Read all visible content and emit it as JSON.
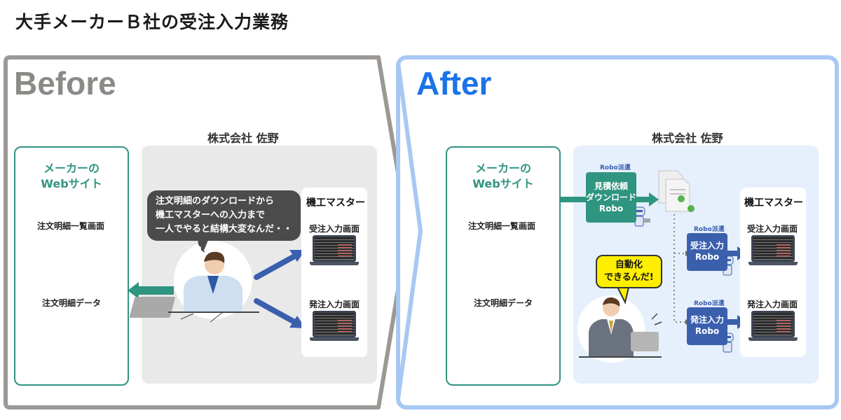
{
  "title": "大手メーカーＢ社の受注入力業務",
  "before": {
    "label": "Before",
    "company": "株式会社 佐野",
    "maker_title_line1": "メーカーの",
    "maker_title_line2": "Webサイト",
    "order_list_screen": "注文明細一覧画面",
    "order_data": "注文明細データ",
    "bubble_line1": "注文明細のダウンロードから",
    "bubble_line2": "機工マスターへの入力まで",
    "bubble_line3": "一人でやると結構大変なんだ・・",
    "master_title": "機工マスター",
    "order_entry_screen": "受注入力画面",
    "purchase_entry_screen": "発注入力画面"
  },
  "after": {
    "label": "After",
    "company": "株式会社 佐野",
    "maker_title_line1": "メーカーの",
    "maker_title_line2": "Webサイト",
    "order_list_screen": "注文明細一覧画面",
    "order_data": "注文明細データ",
    "robo_tag": "Robo派遣",
    "robo1_line1": "見積依頼",
    "robo1_line2": "ダウンロード",
    "robo1_line3": "Robo",
    "robo2_line1": "受注入力",
    "robo2_line2": "Robo",
    "robo3_line1": "発注入力",
    "robo3_line2": "Robo",
    "bubble_line1": "自動化",
    "bubble_line2": "できるんだ!",
    "master_title": "機工マスター",
    "order_entry_screen": "受注入力画面",
    "purchase_entry_screen": "発注入力画面"
  },
  "colors": {
    "before_border": "#9b9895",
    "after_border": "#a8c8f4",
    "maker_green": "#2f9480",
    "arrow_blue": "#3a5fad",
    "after_label": "#1a73e8"
  }
}
